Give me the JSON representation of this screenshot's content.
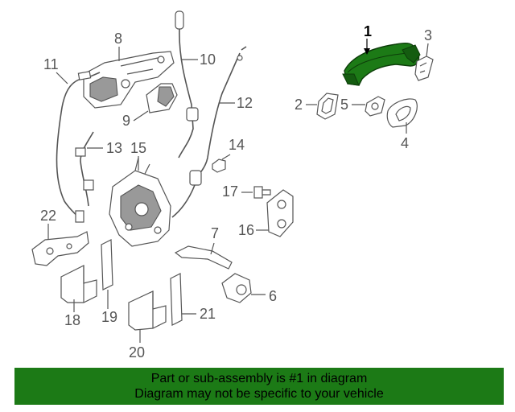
{
  "callouts": {
    "c1": "1",
    "c2": "2",
    "c3": "3",
    "c4": "4",
    "c5": "5",
    "c6": "6",
    "c7": "7",
    "c8": "8",
    "c9": "9",
    "c10": "10",
    "c11": "11",
    "c12": "12",
    "c13": "13",
    "c14": "14",
    "c15": "15",
    "c16": "16",
    "c17": "17",
    "c19": "19",
    "c20": "20",
    "c21": "21",
    "c22": "22",
    "c18": "18"
  },
  "banner": {
    "line1": "Part or sub-assembly is #1 in diagram",
    "line2": "Diagram may not be specific to your vehicle"
  },
  "colors": {
    "highlight_part": "#1c7a16",
    "banner_background": "#1c7a16",
    "line_art": "#555555"
  }
}
